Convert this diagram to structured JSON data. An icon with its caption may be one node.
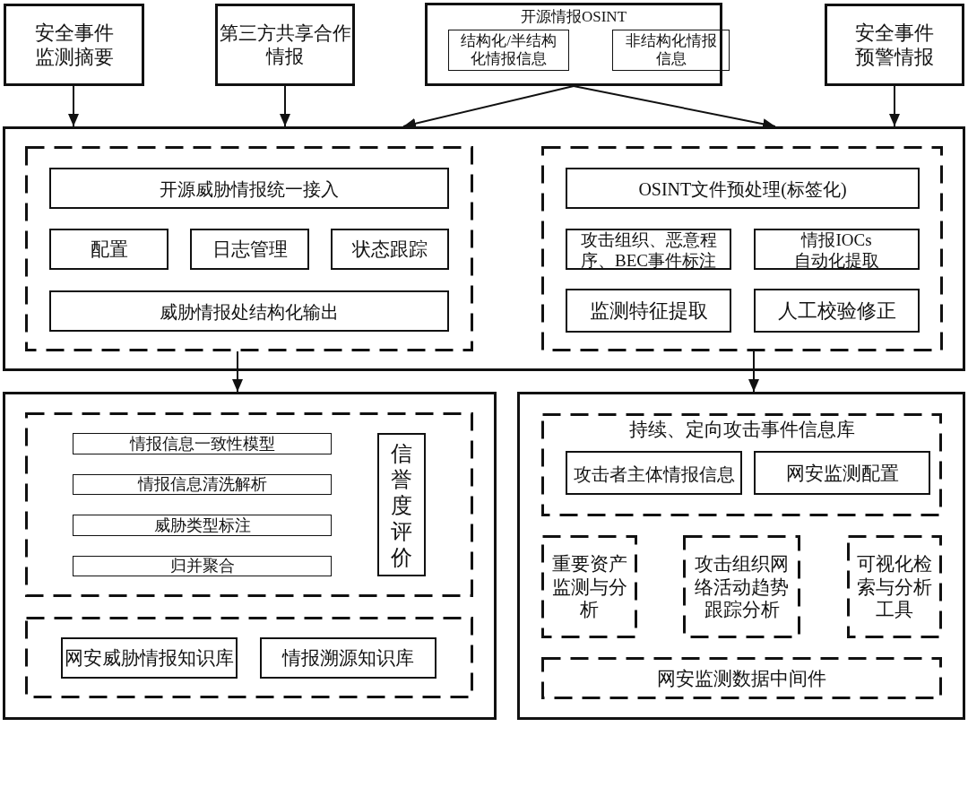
{
  "diagram": {
    "nodes": [
      {
        "text": [
          "安全事件监测摘要"
        ]
      },
      {
        "text": [
          "第三方共享合作情报"
        ]
      },
      {
        "text": [
          "开源情报OSINT"
        ]
      },
      {
        "text": [
          "结构化/半结构化情报信息"
        ],
        "in": 2
      },
      {
        "text": [
          "非结构化情报信息"
        ],
        "in": 2
      },
      {
        "text": [
          "安全事件预警情报"
        ]
      },
      {
        "text": [],
        "shape": "box"
      },
      {
        "text": [],
        "shape": "box",
        "in": 6
      },
      {
        "text": [
          "开源威胁情报统一接入"
        ],
        "in": 7
      },
      {
        "text": [
          "配置"
        ],
        "in": 7
      },
      {
        "text": [
          "日志管理"
        ],
        "in": 7
      },
      {
        "text": [
          "状态跟踪"
        ],
        "in": 7
      },
      {
        "text": [
          "威胁情报处结构化输出"
        ],
        "in": 7
      },
      {
        "text": [],
        "shape": "box",
        "in": 6
      },
      {
        "text": [
          "OSINT文件预处理(标签化)"
        ],
        "in": 13
      },
      {
        "text": [
          "攻击组织、恶意程序、BEC事件标注"
        ],
        "in": 13
      },
      {
        "text": [
          "情报IOCs自动化提取"
        ],
        "in": 13
      },
      {
        "text": [
          "监测特征提取"
        ],
        "in": 13
      },
      {
        "text": [
          "人工校验修正"
        ],
        "in": 13
      },
      {
        "text": [],
        "shape": "box"
      },
      {
        "text": [],
        "shape": "box",
        "in": 19
      },
      {
        "text": [
          "情报信息一致性模型"
        ],
        "in": 20
      },
      {
        "text": [
          "情报信息清洗解析"
        ],
        "in": 20
      },
      {
        "text": [
          "威胁类型标注"
        ],
        "in": 20
      },
      {
        "text": [
          "归并聚合"
        ],
        "in": 20
      },
      {
        "text": [
          "信誉度评价"
        ],
        "in": 20
      },
      {
        "text": [],
        "shape": "box",
        "in": 19
      },
      {
        "text": [
          "网安威胁情报知识库"
        ],
        "in": 26
      },
      {
        "text": [
          "情报溯源知识库"
        ],
        "in": 26
      },
      {
        "text": [],
        "shape": "box"
      },
      {
        "text": [
          "持续、定向攻击事件信息库"
        ],
        "in": 29
      },
      {
        "text": [
          "攻击者主体情报信息"
        ],
        "in": 30
      },
      {
        "text": [
          "网安监测配置"
        ],
        "in": 30
      },
      {
        "text": [
          "重要资产监测与分析"
        ],
        "in": 29
      },
      {
        "text": [
          "攻击组织网络活动趋势跟踪分析"
        ],
        "in": 29
      },
      {
        "text": [
          "可视化检索与分析工具"
        ],
        "in": 29
      },
      {
        "text": [
          "网安监测数据中间件"
        ],
        "in": 29
      }
    ],
    "edges": [
      {
        "from": 0,
        "to": 6,
        "arrow": "to"
      },
      {
        "from": 1,
        "to": 6,
        "arrow": "to"
      },
      {
        "from": 2,
        "to": 6,
        "arrow": "to"
      },
      {
        "from": 2,
        "to": 6,
        "arrow": "to"
      },
      {
        "from": 5,
        "to": 6,
        "arrow": "to"
      },
      {
        "from": 7,
        "to": 19,
        "arrow": "to"
      },
      {
        "from": 13,
        "to": 29,
        "arrow": "to"
      }
    ]
  }
}
